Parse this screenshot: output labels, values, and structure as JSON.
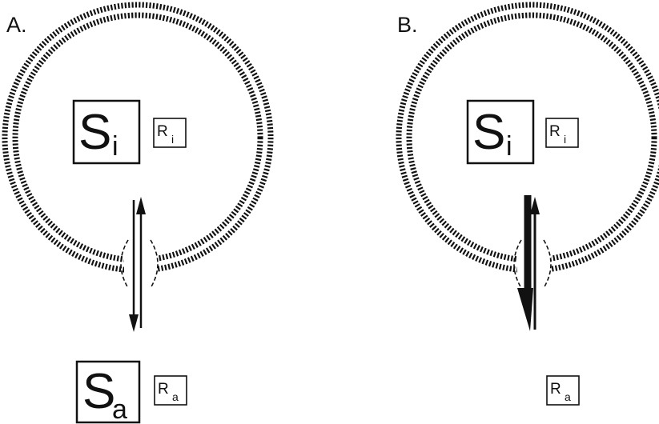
{
  "panels": [
    {
      "label": "A.",
      "inside_substrate": {
        "letter": "S",
        "subscript": "i"
      },
      "inside_receptor": {
        "letter": "R",
        "subscript": "i"
      },
      "outside_substrate": {
        "letter": "S",
        "subscript": "a"
      },
      "outside_receptor": {
        "letter": "R",
        "subscript": "a"
      },
      "transport": "bidirectional (symmetric arrows)"
    },
    {
      "label": "B.",
      "inside_substrate": {
        "letter": "S",
        "subscript": "i"
      },
      "inside_receptor": {
        "letter": "R",
        "subscript": "i"
      },
      "outside_receptor": {
        "letter": "R",
        "subscript": "a"
      },
      "transport": "bidirectional (efflux emphasized)"
    }
  ]
}
